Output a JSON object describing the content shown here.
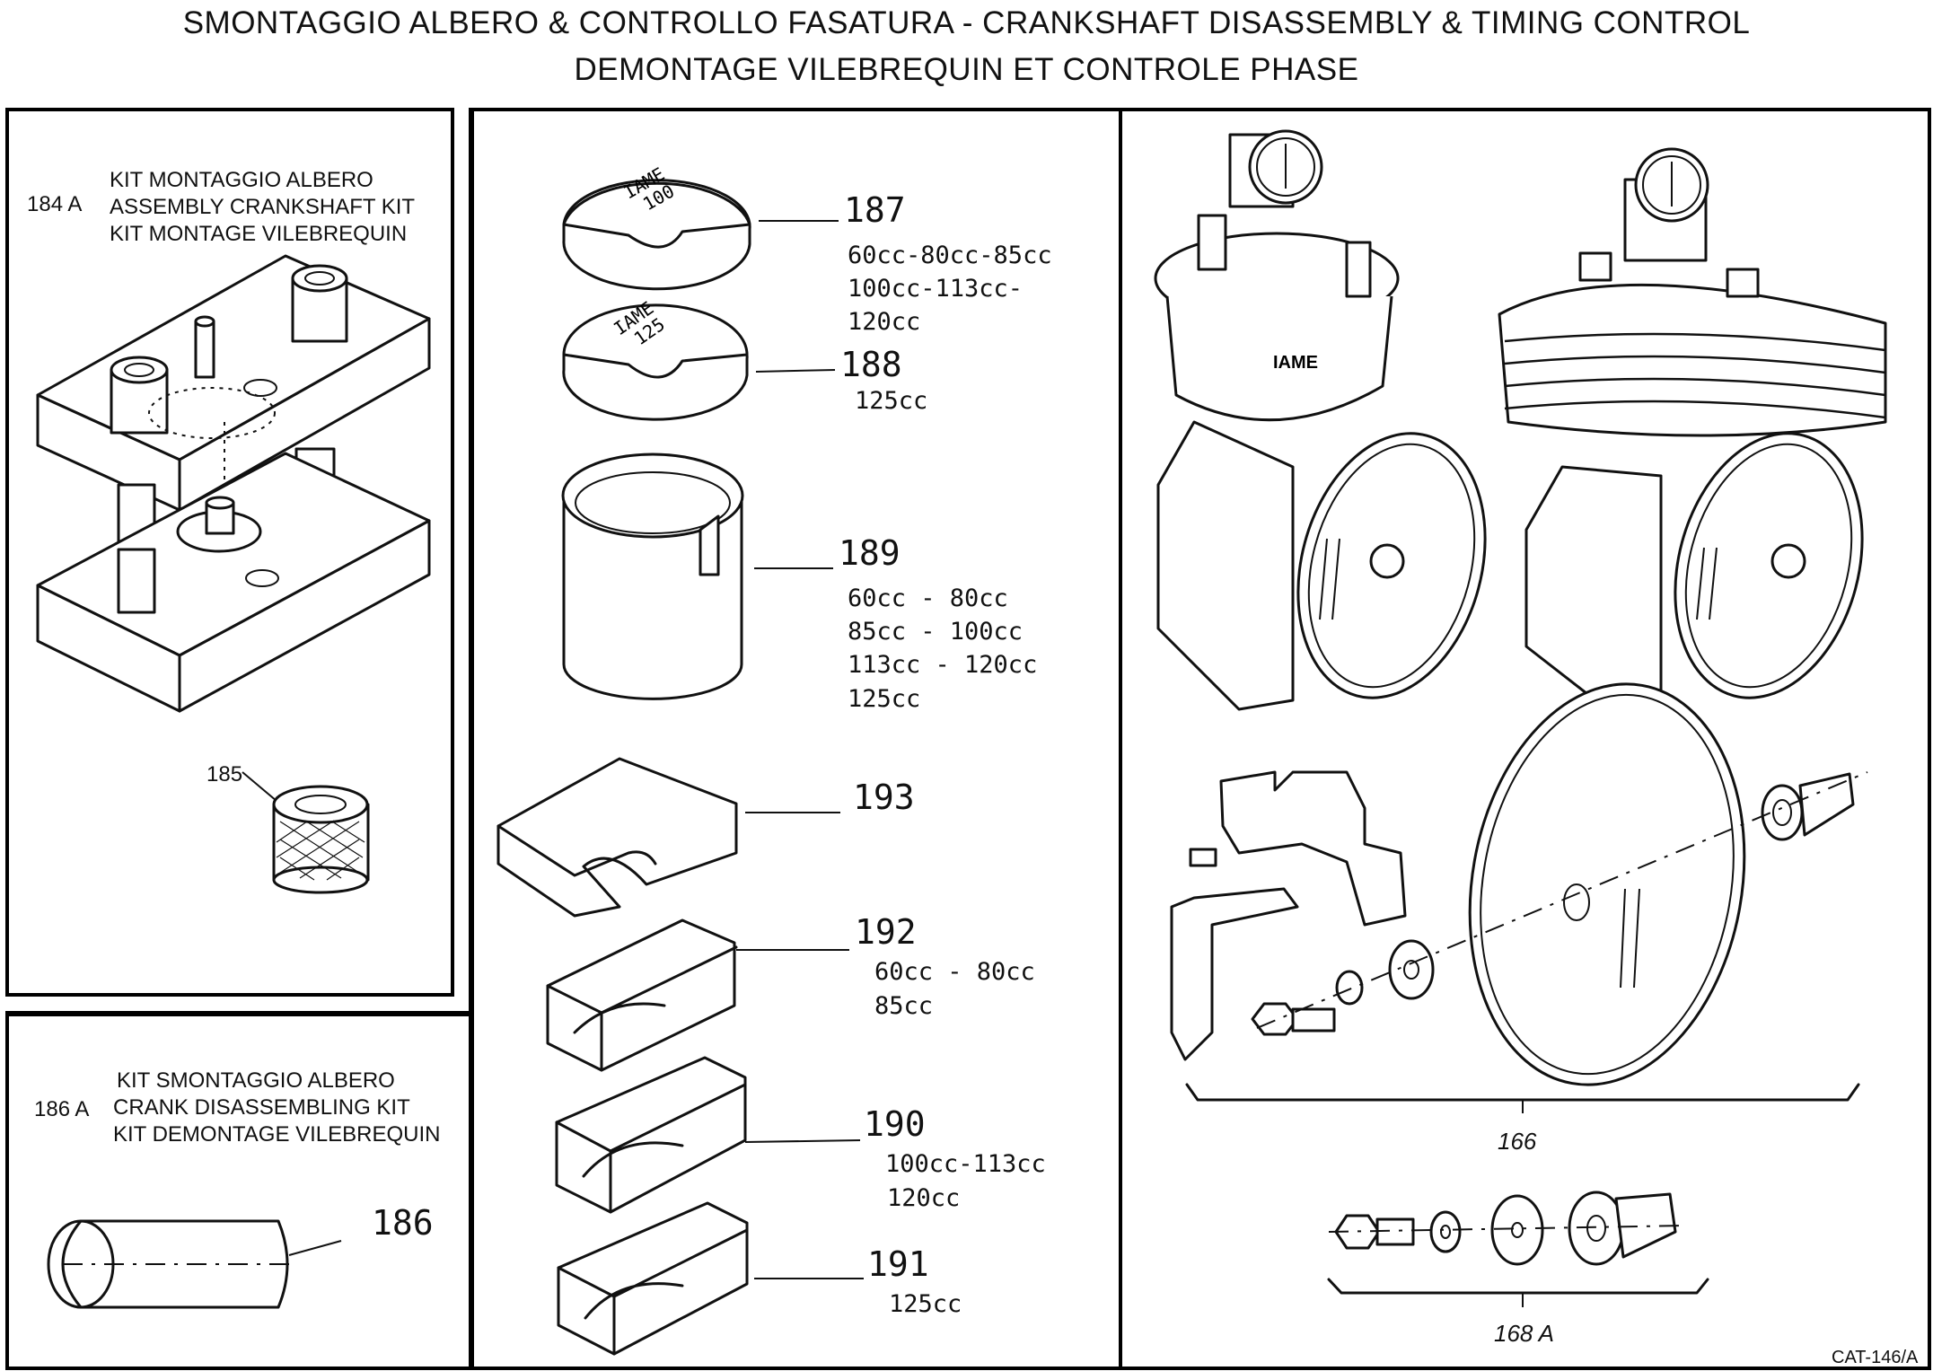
{
  "title": {
    "line1": "SMONTAGGIO ALBERO & CONTROLLO FASATURA - CRANKSHAFT DISASSEMBLY & TIMING CONTROL",
    "line2": "DEMONTAGE VILEBREQUIN ET CONTROLE PHASE"
  },
  "kit184": {
    "code": "184 A",
    "lines": [
      "KIT MONTAGGIO ALBERO",
      "ASSEMBLY CRANKSHAFT KIT",
      "KIT MONTAGE VILEBREQUIN"
    ]
  },
  "part185": {
    "code": "185"
  },
  "kit186": {
    "code": "186 A",
    "lines": [
      "KIT SMONTAGGIO ALBERO",
      "CRANK DISASSEMBLING KIT",
      "KIT DEMONTAGE VILEBREQUIN"
    ]
  },
  "part186": {
    "code": "186"
  },
  "parts": [
    {
      "code": "187",
      "desc": [
        "60cc-80cc-85cc",
        "100cc-113cc-",
        "120cc"
      ],
      "marking": [
        "IAME",
        "100"
      ]
    },
    {
      "code": "188",
      "desc": [
        "125cc"
      ],
      "marking": [
        "IAME",
        "125"
      ]
    },
    {
      "code": "189",
      "desc": [
        "60cc - 80cc",
        "85cc - 100cc",
        "113cc - 120cc",
        "125cc"
      ]
    },
    {
      "code": "193",
      "desc": []
    },
    {
      "code": "192",
      "desc": [
        "60cc - 80cc",
        "85cc"
      ]
    },
    {
      "code": "190",
      "desc": [
        "100cc-113cc",
        "120cc"
      ]
    },
    {
      "code": "191",
      "desc": [
        "125cc"
      ]
    }
  ],
  "group166": {
    "code": "166"
  },
  "group168": {
    "code": "168 A"
  },
  "cylinder_brand": "IAME",
  "catalog_ref": "CAT-146/A"
}
